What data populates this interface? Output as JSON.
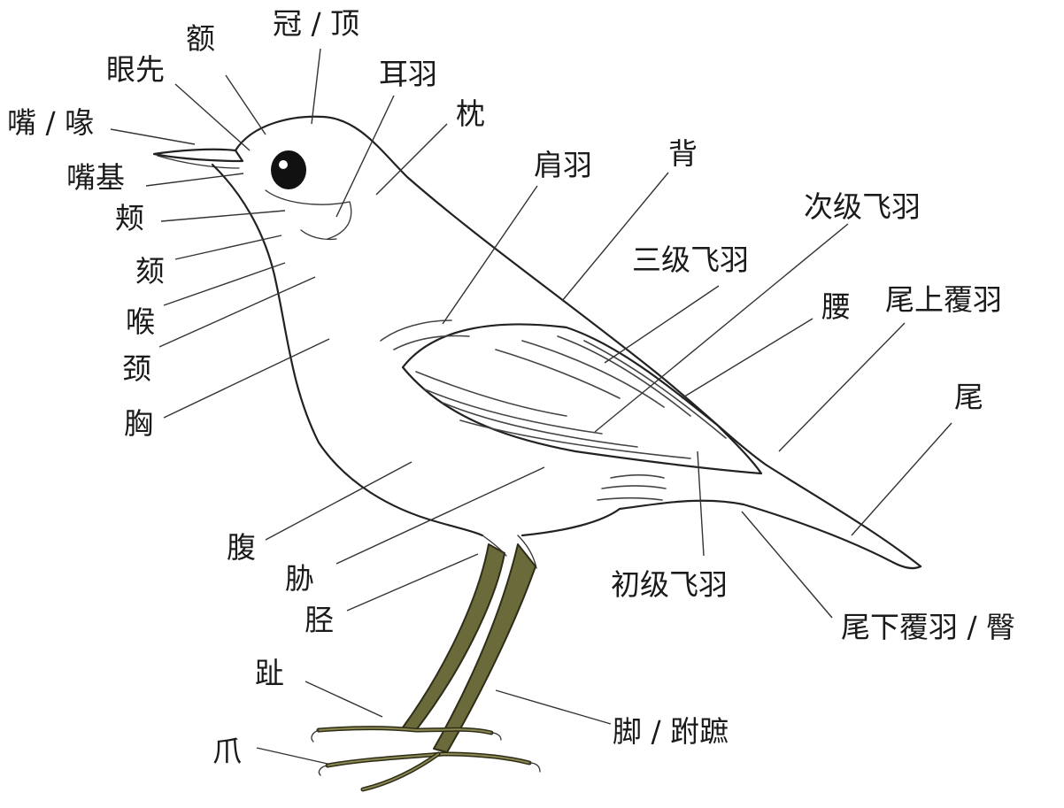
{
  "labels": {
    "forehead": "额",
    "crown": "冠 / 顶",
    "lores": "眼先",
    "ear_coverts": "耳羽",
    "bill": "嘴 / 喙",
    "nape": "枕",
    "gape": "嘴基",
    "cheek": "颊",
    "chin": "颏",
    "throat": "喉",
    "neck": "颈",
    "breast": "胸",
    "scapulars": "肩羽",
    "back": "背",
    "secondaries": "次级飞羽",
    "tertials": "三级飞羽",
    "rump": "腰",
    "uppertail_coverts": "尾上覆羽",
    "tail": "尾",
    "belly": "腹",
    "flank": "胁",
    "tibia": "胫",
    "primaries": "初级飞羽",
    "undertail_coverts": "尾下覆羽 / 臀",
    "toe": "趾",
    "tarsus": "脚 / 跗蹠",
    "claw": "爪"
  },
  "colors": {
    "outline": "#222222",
    "leg": "#6b6a3a",
    "eye": "#111111",
    "background": "#ffffff"
  }
}
